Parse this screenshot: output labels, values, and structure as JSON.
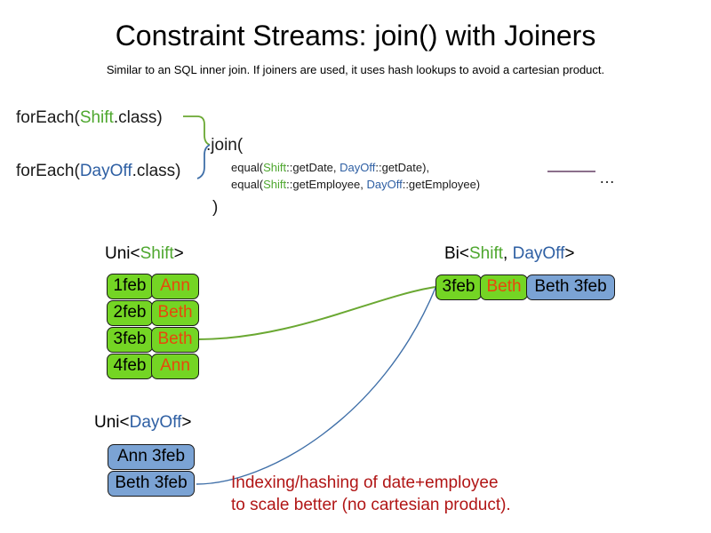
{
  "slide": {
    "title": "Constraint Streams: join() with Joiners",
    "subtitle": "Similar to an SQL inner join. If joiners are used, it uses hash lookups to avoid a cartesian product."
  },
  "code": {
    "forEach_shift": {
      "prefix": "forEach(",
      "type": "Shift",
      "suffix": ".class)"
    },
    "forEach_dayoff": {
      "prefix": "forEach(",
      "type": "DayOff",
      "suffix": ".class)"
    },
    "join_open": ".join(",
    "join_close": ")",
    "equal_date": {
      "prefix": "equal(",
      "left_type": "Shift",
      "left_method": "::getDate, ",
      "right_type": "DayOff",
      "right_method": "::getDate),"
    },
    "equal_employee": {
      "prefix": "equal(",
      "left_type": "Shift",
      "left_method": "::getEmployee, ",
      "right_type": "DayOff",
      "right_method": "::getEmployee)"
    },
    "ellipsis": "…"
  },
  "groups": {
    "uni_shift": {
      "label_prefix": "Uni<",
      "label_type": "Shift",
      "label_suffix": ">",
      "rows": [
        {
          "date": "1feb",
          "name": "Ann"
        },
        {
          "date": "2feb",
          "name": "Beth"
        },
        {
          "date": "3feb",
          "name": "Beth"
        },
        {
          "date": "4feb",
          "name": "Ann"
        }
      ]
    },
    "uni_dayoff": {
      "label_prefix": "Uni<",
      "label_type": "DayOff",
      "label_suffix": ">",
      "rows": [
        {
          "text": "Ann 3feb"
        },
        {
          "text": "Beth 3feb"
        }
      ]
    },
    "bi": {
      "label_prefix": "Bi<",
      "label_type_a": "Shift",
      "label_separator": ", ",
      "label_type_b": "DayOff",
      "label_suffix": ">",
      "row": {
        "date": "3feb",
        "name": "Beth",
        "dayoff": "Beth 3feb"
      }
    }
  },
  "annotation": {
    "line1": "Indexing/hashing of date+employee",
    "line2": "to scale better (no cartesian product)."
  },
  "colors": {
    "shift_green": "#4ea72e",
    "dayoff_blue": "#2e5fa3",
    "box_green": "#74d524",
    "box_blue": "#7ba3d4",
    "name_orange": "#e8480c",
    "annotation_red": "#b11616",
    "wire_green": "#6aa832",
    "wire_blue": "#3f6fa8",
    "wire_purple": "#8b6f8b"
  }
}
